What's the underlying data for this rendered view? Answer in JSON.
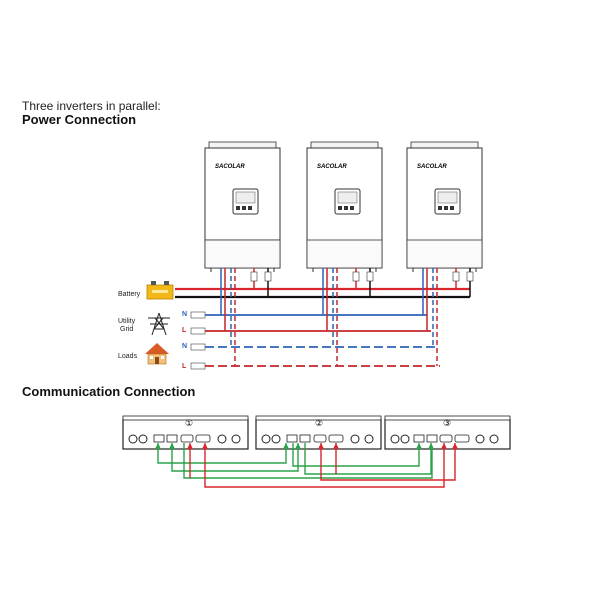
{
  "headings": {
    "subtitle": "Three inverters in parallel:",
    "power_title": "Power Connection",
    "comm_title": "Communication Connection"
  },
  "inverters": {
    "brand": "SACOLAR",
    "count": 3
  },
  "sources": {
    "battery": "Battery",
    "utility_line1": "Utility",
    "utility_line2": "Grid",
    "loads": "Loads"
  },
  "terminals": {
    "neutral": "N",
    "line": "L"
  },
  "comm_ports": [
    "①",
    "②",
    "③"
  ],
  "colors": {
    "battery_red": "#d8262c",
    "battery_black": "#111111",
    "utility_blue": "#2e63b8",
    "line_red": "#c4262a",
    "comm_green": "#2aa24a",
    "comm_red": "#d8262c",
    "label_blue": "#2e63b8",
    "label_red": "#c4262a"
  }
}
